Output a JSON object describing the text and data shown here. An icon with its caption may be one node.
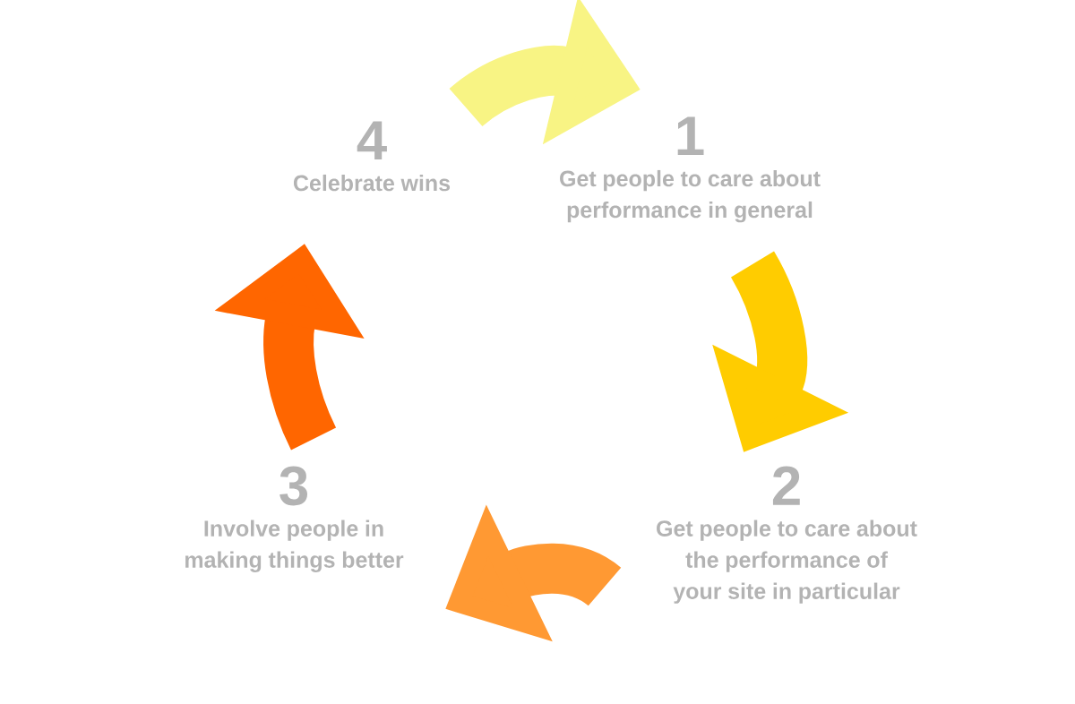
{
  "diagram": {
    "nodes": [
      {
        "text": [
          "1",
          "Get people to care about performance in general"
        ]
      },
      {
        "text": [
          "2",
          "Get people to care about the performance of your site in particular"
        ]
      },
      {
        "text": [
          "3",
          "Involve people in making things better"
        ]
      },
      {
        "text": [
          "4",
          "Celebrate wins"
        ]
      }
    ],
    "edges": [
      {
        "from": 3,
        "to": 0,
        "arrow": "to",
        "color": "#f8f484"
      },
      {
        "from": 0,
        "to": 1,
        "arrow": "to",
        "color": "#ffcc00"
      },
      {
        "from": 1,
        "to": 2,
        "arrow": "to",
        "color": "#ff9933"
      },
      {
        "from": 2,
        "to": 3,
        "arrow": "to",
        "color": "#ff6600"
      }
    ]
  }
}
